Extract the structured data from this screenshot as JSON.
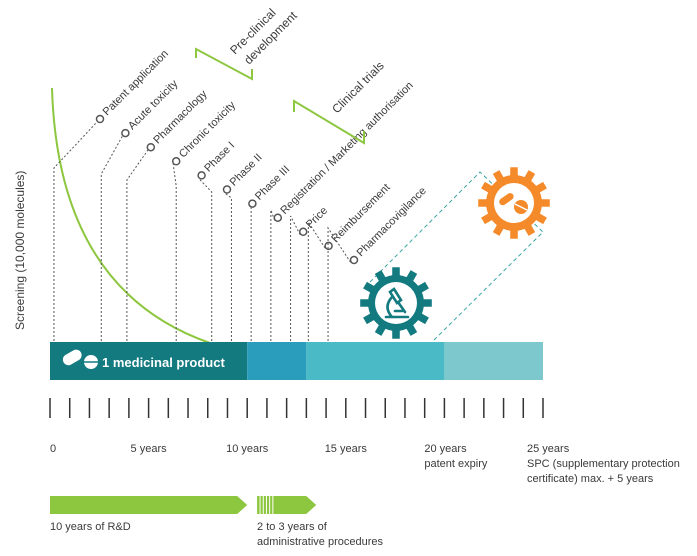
{
  "yaxis_label": "Screening (10,000 molecules)",
  "brackets": {
    "preclinical": [
      "Pre-clinical",
      "development"
    ],
    "clinical": "Clinical trials"
  },
  "milestones": [
    {
      "label": "Patent application",
      "year": 0.2
    },
    {
      "label": "Acute toxicity",
      "year": 2.6
    },
    {
      "label": "Pharmacology",
      "year": 3.9
    },
    {
      "label": "Chronic toxicity",
      "year": 6.4
    },
    {
      "label": "Phase I",
      "year": 8.2
    },
    {
      "label": "Phase II",
      "year": 9.2
    },
    {
      "label": "Phase III",
      "year": 10.2
    },
    {
      "label": "Registration / Marketing authorisation",
      "year": 11.2
    },
    {
      "label": "Price",
      "year": 12.2
    },
    {
      "label": "Reimbursement",
      "year": 13.1
    },
    {
      "label": "Pharmacovigilance",
      "year": 14.1
    }
  ],
  "bar": {
    "label": "1 medicinal product",
    "segments": [
      {
        "from": 0,
        "to": 10,
        "color": "#137a80"
      },
      {
        "from": 10,
        "to": 13,
        "color": "#2b9dbc"
      },
      {
        "from": 13,
        "to": 20,
        "color": "#4bbac7"
      },
      {
        "from": 20,
        "to": 25,
        "color": "#7dc8cd"
      }
    ]
  },
  "axis": {
    "min": 0,
    "max": 25,
    "tick_step": 1,
    "labels": [
      {
        "year": 0,
        "lines": [
          "0"
        ]
      },
      {
        "year": 5,
        "lines": [
          "5 years"
        ]
      },
      {
        "year": 10,
        "lines": [
          "10 years"
        ]
      },
      {
        "year": 15,
        "lines": [
          "15 years"
        ]
      },
      {
        "year": 20,
        "lines": [
          "20 years",
          "patent expiry"
        ]
      },
      {
        "year": 25,
        "lines": [
          "25 years",
          "SPC (supplementary protection",
          "certificate) max. + 5 years"
        ]
      }
    ]
  },
  "phases": [
    {
      "lines": [
        "10 years of R&D"
      ],
      "from": 0,
      "to": 10,
      "color": "#8dc63f"
    },
    {
      "lines": [
        "2 to 3 years of",
        "administrative procedures"
      ],
      "from": 10.5,
      "to": 13.5,
      "color": "#8dc63f"
    }
  ],
  "icons": {
    "lab_gear": {
      "name": "microscope-gear-icon",
      "color": "#137a80"
    },
    "pill_gear": {
      "name": "pills-gear-icon",
      "color": "#f58a2a"
    }
  },
  "colors": {
    "curve": "#8dc63f",
    "text": "#3a3a3a",
    "dashed": "#3aa6a4"
  }
}
